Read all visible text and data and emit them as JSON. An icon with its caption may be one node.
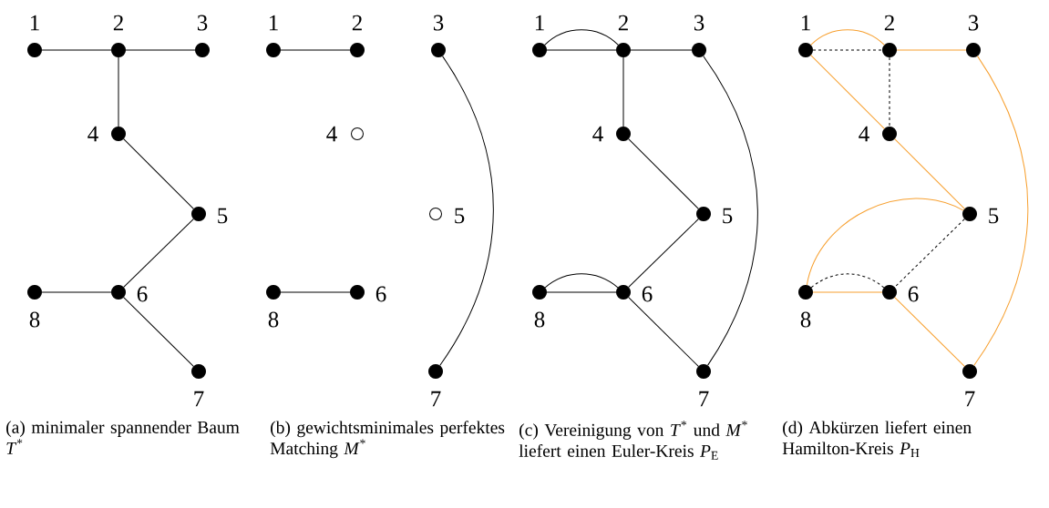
{
  "diagram": {
    "nodes": [
      {
        "text": [],
        "shape": "dot",
        "beside": [
          "1"
        ]
      },
      {
        "text": [],
        "shape": "dot",
        "beside": [
          "2"
        ]
      },
      {
        "text": [],
        "shape": "dot",
        "beside": [
          "3"
        ]
      },
      {
        "text": [],
        "shape": "dot",
        "beside": [
          "4"
        ]
      },
      {
        "text": [],
        "shape": "dot",
        "beside": [
          "5"
        ]
      },
      {
        "text": [],
        "shape": "dot",
        "beside": [
          "6"
        ]
      },
      {
        "text": [],
        "shape": "dot",
        "beside": [
          "7"
        ]
      },
      {
        "text": [],
        "shape": "dot",
        "beside": [
          "8"
        ]
      },
      {
        "text": [],
        "shape": "dot",
        "beside": [
          "1"
        ]
      },
      {
        "text": [],
        "shape": "dot",
        "beside": [
          "2"
        ]
      },
      {
        "text": [],
        "shape": "dot",
        "beside": [
          "3"
        ]
      },
      {
        "text": [],
        "shape": "circle",
        "beside": [
          "4"
        ]
      },
      {
        "text": [],
        "shape": "circle",
        "beside": [
          "5"
        ]
      },
      {
        "text": [],
        "shape": "dot",
        "beside": [
          "6"
        ]
      },
      {
        "text": [],
        "shape": "dot",
        "beside": [
          "7"
        ]
      },
      {
        "text": [],
        "shape": "dot",
        "beside": [
          "8"
        ]
      },
      {
        "text": [],
        "shape": "dot",
        "beside": [
          "1"
        ]
      },
      {
        "text": [],
        "shape": "dot",
        "beside": [
          "2"
        ]
      },
      {
        "text": [],
        "shape": "dot",
        "beside": [
          "3"
        ]
      },
      {
        "text": [],
        "shape": "dot",
        "beside": [
          "4"
        ]
      },
      {
        "text": [],
        "shape": "dot",
        "beside": [
          "5"
        ]
      },
      {
        "text": [],
        "shape": "dot",
        "beside": [
          "6"
        ]
      },
      {
        "text": [],
        "shape": "dot",
        "beside": [
          "7"
        ]
      },
      {
        "text": [],
        "shape": "dot",
        "beside": [
          "8"
        ]
      },
      {
        "text": [],
        "shape": "dot",
        "beside": [
          "1"
        ]
      },
      {
        "text": [],
        "shape": "dot",
        "beside": [
          "2"
        ]
      },
      {
        "text": [],
        "shape": "dot",
        "beside": [
          "3"
        ]
      },
      {
        "text": [],
        "shape": "dot",
        "beside": [
          "4"
        ]
      },
      {
        "text": [],
        "shape": "dot",
        "beside": [
          "5"
        ]
      },
      {
        "text": [],
        "shape": "dot",
        "beside": [
          "6"
        ]
      },
      {
        "text": [],
        "shape": "dot",
        "beside": [
          "7"
        ]
      },
      {
        "text": [],
        "shape": "dot",
        "beside": [
          "8"
        ]
      }
    ],
    "edges": [
      {
        "from": 0,
        "to": 1,
        "arrow": "none"
      },
      {
        "from": 1,
        "to": 2,
        "arrow": "none"
      },
      {
        "from": 1,
        "to": 3,
        "arrow": "none"
      },
      {
        "from": 3,
        "to": 4,
        "arrow": "none"
      },
      {
        "from": 4,
        "to": 5,
        "arrow": "none"
      },
      {
        "from": 5,
        "to": 7,
        "arrow": "none"
      },
      {
        "from": 5,
        "to": 6,
        "arrow": "none"
      },
      {
        "from": 8,
        "to": 9,
        "arrow": "none"
      },
      {
        "from": 10,
        "to": 14,
        "arrow": "none"
      },
      {
        "from": 13,
        "to": 15,
        "arrow": "none"
      },
      {
        "from": 16,
        "to": 17,
        "arrow": "none"
      },
      {
        "from": 16,
        "to": 17,
        "arrow": "none"
      },
      {
        "from": 17,
        "to": 18,
        "arrow": "none"
      },
      {
        "from": 17,
        "to": 19,
        "arrow": "none"
      },
      {
        "from": 19,
        "to": 20,
        "arrow": "none"
      },
      {
        "from": 20,
        "to": 21,
        "arrow": "none"
      },
      {
        "from": 23,
        "to": 21,
        "arrow": "none"
      },
      {
        "from": 23,
        "to": 21,
        "arrow": "none"
      },
      {
        "from": 21,
        "to": 22,
        "arrow": "none"
      },
      {
        "from": 18,
        "to": 22,
        "arrow": "none"
      },
      {
        "from": 24,
        "to": 25,
        "arrow": "none",
        "color": "#f7a030"
      },
      {
        "from": 25,
        "to": 26,
        "arrow": "none",
        "color": "#f7a030"
      },
      {
        "from": 24,
        "to": 27,
        "arrow": "none",
        "color": "#f7a030"
      },
      {
        "from": 27,
        "to": 28,
        "arrow": "none",
        "color": "#f7a030"
      },
      {
        "from": 28,
        "to": 31,
        "arrow": "none",
        "color": "#f7a030"
      },
      {
        "from": 31,
        "to": 29,
        "arrow": "none",
        "color": "#f7a030"
      },
      {
        "from": 29,
        "to": 30,
        "arrow": "none",
        "color": "#f7a030"
      },
      {
        "from": 26,
        "to": 30,
        "arrow": "none",
        "color": "#f7a030"
      },
      {
        "from": 24,
        "to": 25,
        "arrow": "none",
        "style": "dashed"
      },
      {
        "from": 25,
        "to": 27,
        "arrow": "none",
        "style": "dashed"
      },
      {
        "from": 28,
        "to": 29,
        "arrow": "none",
        "style": "dashed"
      },
      {
        "from": 31,
        "to": 29,
        "arrow": "none",
        "style": "dashed"
      }
    ],
    "labels": [
      "(a) minimaler spannender Baum *T*$^{*}$",
      "(b) gewichtsminimales perfektes Matching *M*$^{*}$",
      "(c) Vereinigung von *T*$^{*}$ und *M*$^{*}$ liefert einen Euler-Kreis *P*$_{E}$",
      "(d) Abkürzen liefert einen Hamilton-Kreis *P*$_{H}$"
    ]
  }
}
